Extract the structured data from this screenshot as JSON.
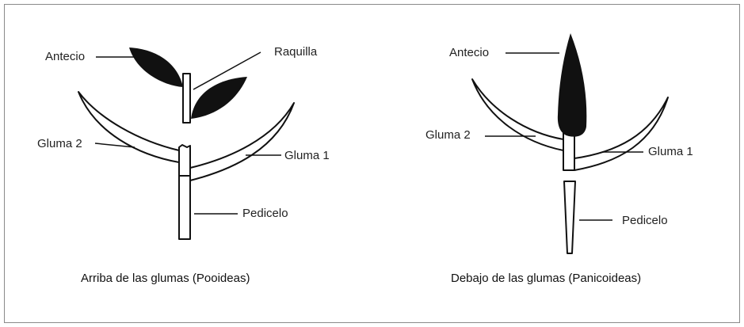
{
  "left_diagram": {
    "labels": {
      "antecio": "Antecio",
      "raquilla": "Raquilla",
      "gluma2": "Gluma 2",
      "gluma1": "Gluma 1",
      "pedicelo": "Pedicelo"
    },
    "caption": "Arriba de las glumas (Pooideas)"
  },
  "right_diagram": {
    "labels": {
      "antecio": "Antecio",
      "gluma2": "Gluma 2",
      "gluma1": "Gluma 1",
      "pedicelo": "Pedicelo"
    },
    "caption": "Debajo de las glumas (Panicoideas)"
  },
  "colors": {
    "ink": "#111111",
    "frame": "#8a8a8a"
  }
}
